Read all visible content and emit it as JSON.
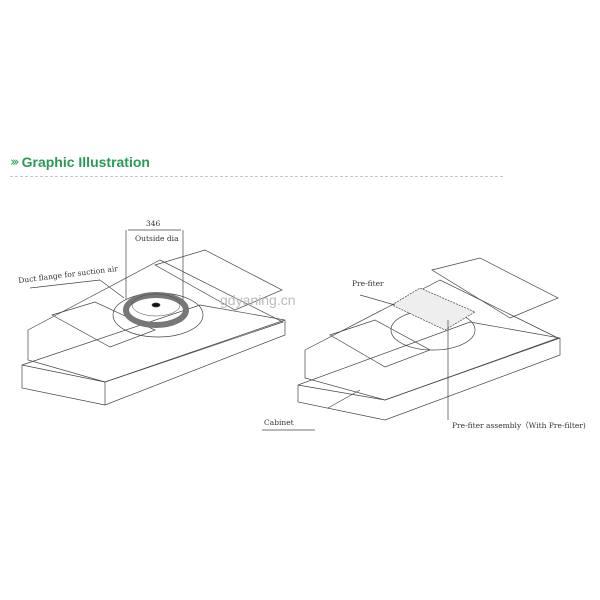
{
  "header": {
    "icon": "double-chevron-icon",
    "title": "Graphic Illustration",
    "accent": "#2a9a55"
  },
  "left_figure": {
    "dimension": "346",
    "dimension_label": "Outside dia",
    "callout": "Duct flange for suction air"
  },
  "right_figure": {
    "callout_top": "Pre-fiter",
    "callout_cabinet": "Cabinet",
    "callout_assembly": "Pre-fiter assembly（With Pre-filter)"
  },
  "watermark": "gdyaning.cn"
}
